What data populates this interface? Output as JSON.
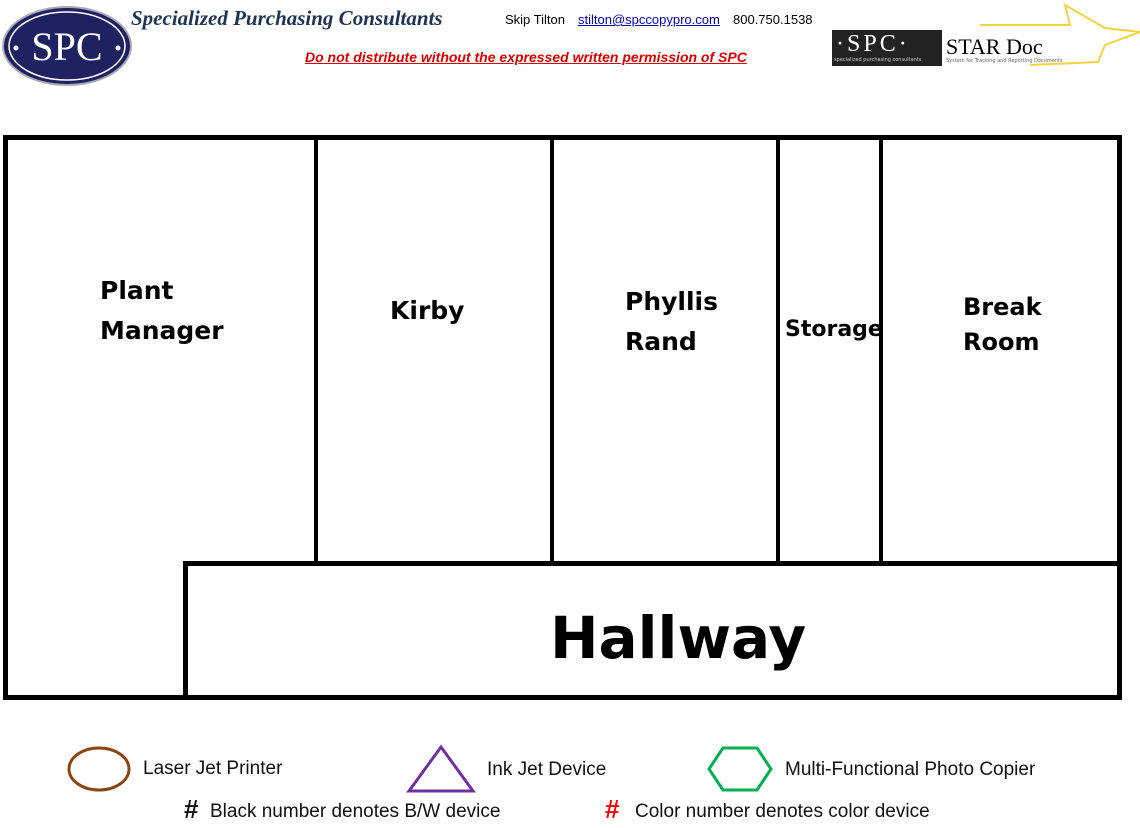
{
  "header": {
    "logo_text": "SPC",
    "company": "Specialized Purchasing Consultants",
    "contact_name": "Skip Tilton",
    "contact_email": "stilton@spccopypro.com",
    "contact_phone": "800.750.1538",
    "warning": "Do not distribute without the expressed written permission of SPC",
    "star_logo": {
      "left": "·SPC·",
      "right": "STAR Doc",
      "sub_left": "specialized purchasing consultants",
      "sub_right": "System for Tracking and Reporting Documents"
    }
  },
  "rooms": {
    "plant_manager": [
      "Plant",
      "Manager"
    ],
    "kirby": "Kirby",
    "phyllis_rand": [
      "Phyllis",
      "Rand"
    ],
    "storage": "Storage",
    "break_room": [
      "Break",
      "Room"
    ],
    "hallway": "Hallway"
  },
  "legend": {
    "laser": "Laser Jet Printer",
    "inkjet": "Ink Jet Device",
    "mfp": "Multi-Functional Photo Copier",
    "hash": "#",
    "bw_note": "Black number denotes B/W device",
    "color_note": "Color number denotes color device",
    "colors": {
      "laser": "#8B4513",
      "inkjet": "#7030A0",
      "mfp": "#00B050",
      "color_hash": "#FF0000"
    }
  }
}
